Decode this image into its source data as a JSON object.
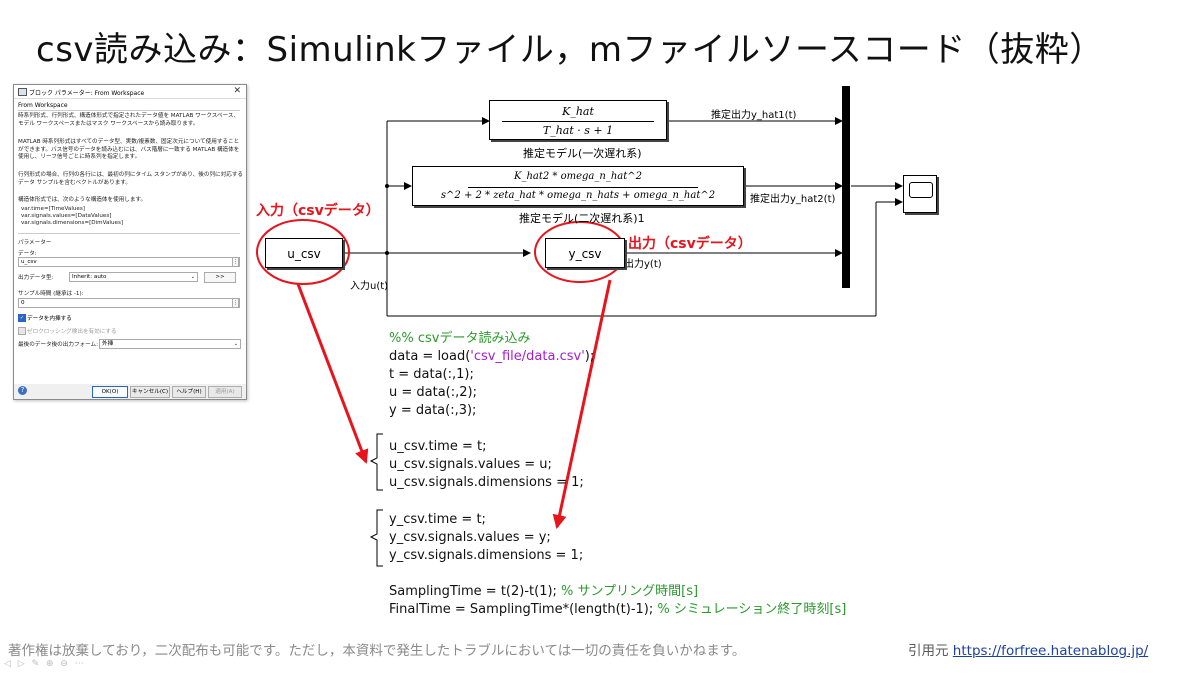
{
  "slide": {
    "title": "csv読み込み：Simulinkファイル，mファイルソースコード（抜粋）"
  },
  "dialog": {
    "title": "ブロック パラメーター: From Workspace",
    "block_name": "From Workspace",
    "desc1": "時系列形式、行列形式、構造体形式で指定されたデータ値を MATLAB ワークスペース、モデル ワークスペースまたはマスク ワークスペースから読み取ります。",
    "desc2": "MATLAB 時系列形式はすべてのデータ型、実数/複素数、固定次元について使用することができます。バス信号のデータを読み込むには、バス階層に一致する MATLAB 構造体を使用し、リーフ信号ごとに時系列を指定します。",
    "desc3": "行列形式の場合、行列の各行には、最初の列にタイム スタンプがあり、後の列に対応するデータ サンプルを含むベクトルがあります。",
    "desc4": "構造体形式では、次のような構造体を使用します。",
    "struct_lines": [
      "var.time=[TimeValues]",
      "var.signals.values=[DataValues]",
      "var.signals.dimensions=[DimValues]"
    ],
    "params_heading": "パラメーター",
    "data_label": "データ:",
    "data_value": "u_csv",
    "output_type_label": "出力データ型:",
    "output_type_value": "Inherit: auto",
    "output_type_button": ">>",
    "sample_time_label": "サンプル時間 (継承は -1):",
    "sample_time_value": "0",
    "interpolate_label": "データを内挿する",
    "interpolate_checked": true,
    "zero_crossing_label": "ゼロクロッシング検出を有効にする",
    "zero_crossing_checked": false,
    "after_data_label": "最後のデータ後の出力フォーム:",
    "after_data_value": "外挿",
    "btn_ok": "OK(O)",
    "btn_cancel": "キャンセル(C)",
    "btn_help": "ヘルプ(H)",
    "btn_apply": "適用(A)"
  },
  "diagram": {
    "tf1": {
      "num": "K_hat",
      "den": "T_hat · s + 1",
      "caption": "推定モデル(一次遅れ系)"
    },
    "tf2": {
      "num": "K_hat2 * omega_n_hat^2",
      "den": "s^2 + 2 * zeta_hat * omega_n_hats + omega_n_hat^2",
      "caption": "推定モデル(二次遅れ系)1"
    },
    "sig_y_hat1": "推定出力y_hat1(t)",
    "sig_y_hat2": "推定出力y_hat2(t)",
    "sig_y": "出力y(t)",
    "sig_u": "入力u(t)",
    "u_block": "u_csv",
    "y_block": "y_csv",
    "input_callout": "入力（csvデータ）",
    "output_callout": "出力（csvデータ）",
    "accent_red": "#e8141c"
  },
  "code": {
    "comment_load": "%% csvデータ読み込み",
    "load_pre": "data = load(",
    "load_str": "'csv_file/data.csv'",
    "load_post": ");",
    "t_line": "t = data(:,1);",
    "u_line": "u = data(:,2);",
    "y_line": "y = data(:,3);",
    "u_time": "u_csv.time = t;",
    "u_values": "u_csv.signals.values = u;",
    "u_dims": "u_csv.signals.dimensions = 1;",
    "y_time": "y_csv.time = t;",
    "y_values": "y_csv.signals.values = y;",
    "y_dims": "y_csv.signals.dimensions = 1;",
    "st_code": "SamplingTime = t(2)-t(1); ",
    "st_comment": "% サンプリング時間[s]",
    "ft_code": "FinalTime = SamplingTime*(length(t)-1); ",
    "ft_comment": "% シミュレーション終了時刻[s]",
    "comment_green": "#2b9a2b",
    "string_purple": "#a01fd3"
  },
  "footer": {
    "note": "著作権は放棄しており，二次配布も可能です。ただし，本資料で発生したトラブルにおいては一切の責任を負いかねます。",
    "source_label": "引用元 ",
    "source_url": "https://forfree.hatenablog.jp/",
    "nav_icons": "◁ ▷ ✎ ⊕ ⊖ ⋯"
  }
}
